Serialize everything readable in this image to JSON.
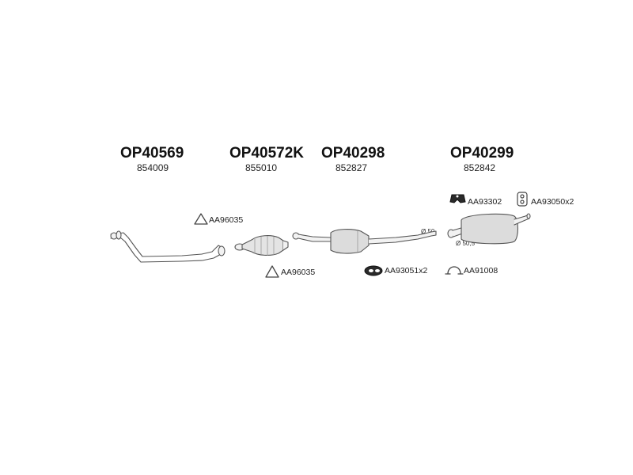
{
  "parts": [
    {
      "code": "OP40569",
      "number": "854009"
    },
    {
      "code": "OP40572K",
      "number": "855010"
    },
    {
      "code": "OP40298",
      "number": "852827"
    },
    {
      "code": "OP40299",
      "number": "852842"
    }
  ],
  "accessories": {
    "gasket_top": "AA96035",
    "gasket_bottom": "AA96035",
    "mount_center": "AA93051x2",
    "clamp_center": "AA91008",
    "mount_rear": "AA93302",
    "hanger_rear": "AA93050x2"
  },
  "dimensions": {
    "pipe_diameter_front": "Ø 50",
    "pipe_diameter_rear": "Ø 50,5"
  },
  "colors": {
    "line": "#555555",
    "fill_light": "#f2f2f2",
    "fill_mid": "#d9d9d9",
    "rubber": "#2a2a2a"
  }
}
